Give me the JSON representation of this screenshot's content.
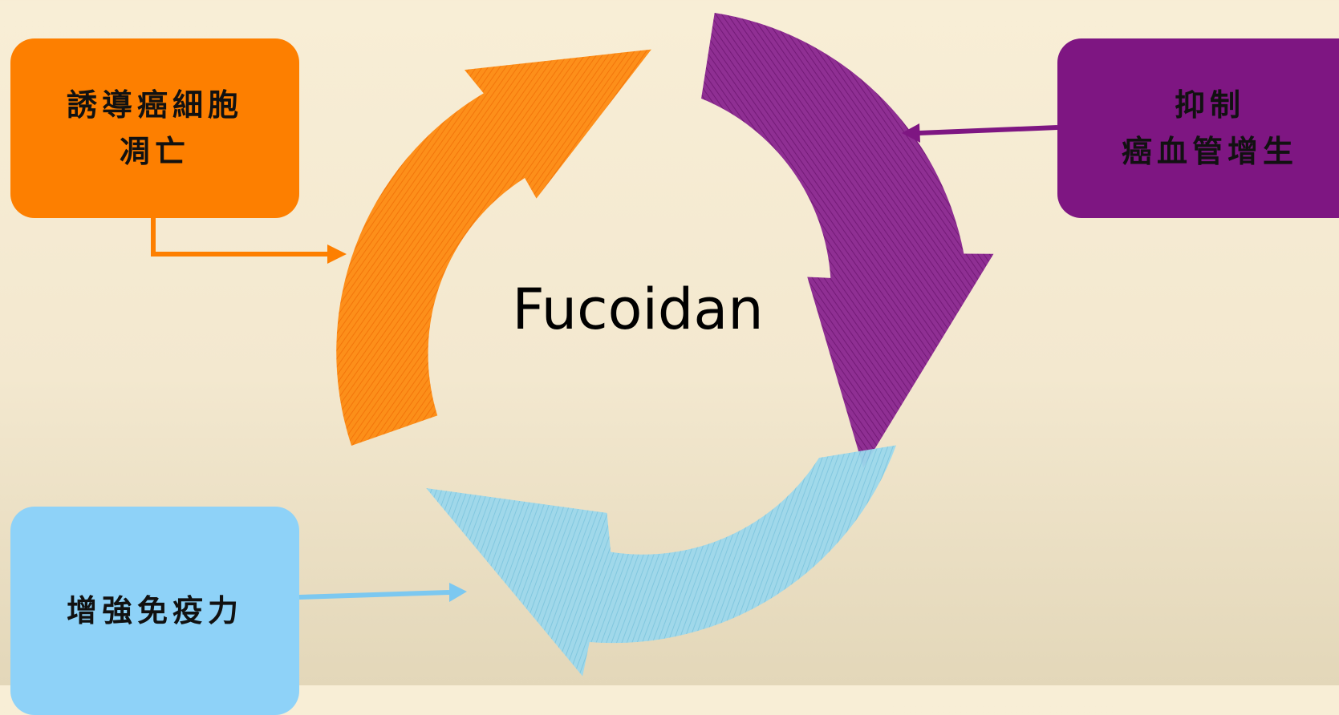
{
  "center_label": "Fucoidan",
  "boxes": {
    "apoptosis": {
      "line1": "誘導癌細胞",
      "line2": "凋亡"
    },
    "angiogenesis": {
      "line1": "抑制",
      "line2": "癌血管增生"
    },
    "immunity": {
      "line1": "增強免疫力"
    }
  },
  "colors": {
    "orange": "#fd7f00",
    "purple": "#7e1682",
    "light_blue": "#8ed2f8",
    "arrow_blue": "#7cc8f0"
  }
}
